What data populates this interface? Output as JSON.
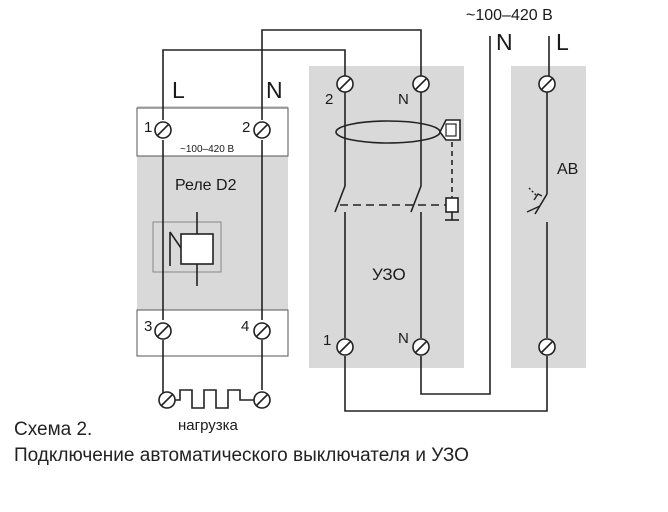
{
  "header": {
    "supply_voltage": "~100–420 В",
    "line_N": "N",
    "line_L": "L"
  },
  "relay": {
    "wire_L": "L",
    "wire_N": "N",
    "terminal_1": "1",
    "terminal_2": "2",
    "terminal_3": "3",
    "terminal_4": "4",
    "voltage": "~100–420 В",
    "name": "Реле D2"
  },
  "rcd": {
    "name": "УЗО",
    "terminal_top_left": "2",
    "terminal_top_right": "N",
    "terminal_bottom_left": "1",
    "terminal_bottom_right": "N"
  },
  "breaker": {
    "name": "АВ"
  },
  "load": {
    "label": "нагрузка"
  },
  "caption": {
    "line1": "Схема 2.",
    "line2": "Подключение автоматического выключателя и УЗО"
  }
}
